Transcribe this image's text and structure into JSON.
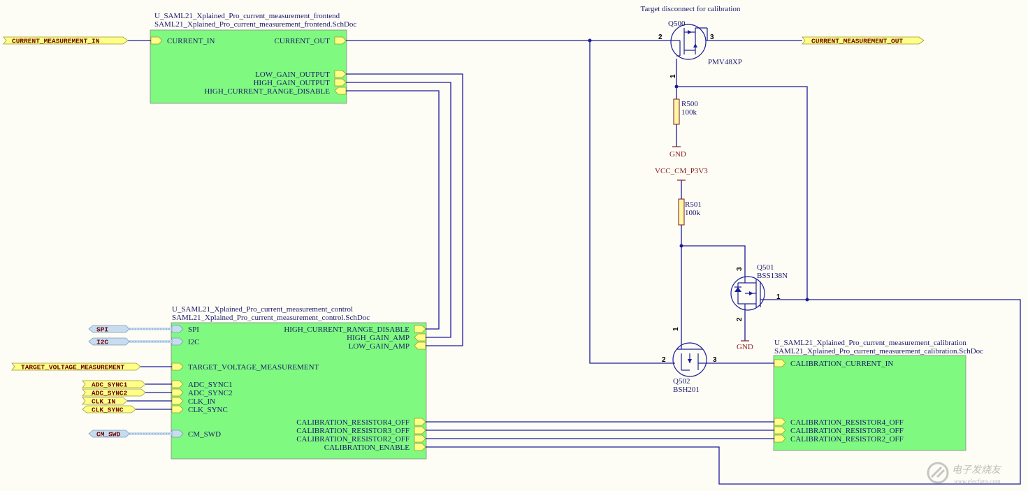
{
  "title": "Target disconnect for calibration",
  "sheets": {
    "frontend": {
      "designator": "U_SAML21_Xplained_Pro_current_measurement_frontend",
      "file": "SAML21_Xplained_Pro_current_measurement_frontend.SchDoc",
      "entries": {
        "current_in": "CURRENT_IN",
        "current_out": "CURRENT_OUT",
        "low_gain_output": "LOW_GAIN_OUTPUT",
        "high_gain_output": "HIGH_GAIN_OUTPUT",
        "high_current_range_disable": "HIGH_CURRENT_RANGE_DISABLE"
      }
    },
    "control": {
      "designator": "U_SAML21_Xplained_Pro_current_measurement_control",
      "file": "SAML21_Xplained_Pro_current_measurement_control.SchDoc",
      "entries": {
        "spi": "SPI",
        "i2c": "I2C",
        "target_voltage_measurement": "TARGET_VOLTAGE_MEASUREMENT",
        "adc_sync1": "ADC_SYNC1",
        "adc_sync2": "ADC_SYNC2",
        "clk_in": "CLK_IN",
        "clk_sync": "CLK_SYNC",
        "cm_swd": "CM_SWD",
        "high_current_range_disable": "HIGH_CURRENT_RANGE_DISABLE",
        "high_gain_amp": "HIGH_GAIN_AMP",
        "low_gain_amp": "LOW_GAIN_AMP",
        "cal_r4_off": "CALIBRATION_RESISTOR4_OFF",
        "cal_r3_off": "CALIBRATION_RESISTOR3_OFF",
        "cal_r2_off": "CALIBRATION_RESISTOR2_OFF",
        "cal_enable": "CALIBRATION_ENABLE"
      }
    },
    "calibration": {
      "designator": "U_SAML21_Xplained_Pro_current_measurement_calibration",
      "file": "SAML21_Xplained_Pro_current_measurement_calibration.SchDoc",
      "entries": {
        "cal_current_in": "CALIBRATION_CURRENT_IN",
        "cal_r4_off": "CALIBRATION_RESISTOR4_OFF",
        "cal_r3_off": "CALIBRATION_RESISTOR3_OFF",
        "cal_r2_off": "CALIBRATION_RESISTOR2_OFF"
      }
    }
  },
  "ports": {
    "current_measurement_in": "CURRENT_MEASUREMENT_IN",
    "current_measurement_out": "CURRENT_MEASUREMENT_OUT",
    "spi": "SPI",
    "i2c": "I2C",
    "target_voltage_measurement": "TARGET_VOLTAGE_MEASUREMENT",
    "adc_sync1": "ADC_SYNC1",
    "adc_sync2": "ADC_SYNC2",
    "clk_in": "CLK_IN",
    "clk_sync": "CLK_SYNC",
    "cm_swd": "CM_SWD"
  },
  "components": {
    "q500": {
      "ref": "Q500",
      "value": "PMV48XP",
      "pin_left": "2",
      "pin_right": "3",
      "pin_bottom": "1"
    },
    "r500": {
      "ref": "R500",
      "value": "100k"
    },
    "r501": {
      "ref": "R501",
      "value": "100k"
    },
    "q501": {
      "ref": "Q501",
      "value": "BSS138N",
      "pin_top": "3",
      "pin_bottom": "2",
      "pin_right": "1"
    },
    "q502": {
      "ref": "Q502",
      "value": "BSH201",
      "pin_top": "1",
      "pin_left": "2",
      "pin_right": "3"
    }
  },
  "power": {
    "gnd1": "GND",
    "gnd2": "GND",
    "vcc": "VCC_CM_P3V3"
  },
  "watermark": {
    "cn": "电子发烧友",
    "url": "www.elecfans.com"
  },
  "colors": {
    "sheet": "#7ff97f",
    "wire": "#1c1c9a",
    "port": "#ffff88",
    "bus_port": "#c8dcf0",
    "power": "#8b1e1e"
  }
}
